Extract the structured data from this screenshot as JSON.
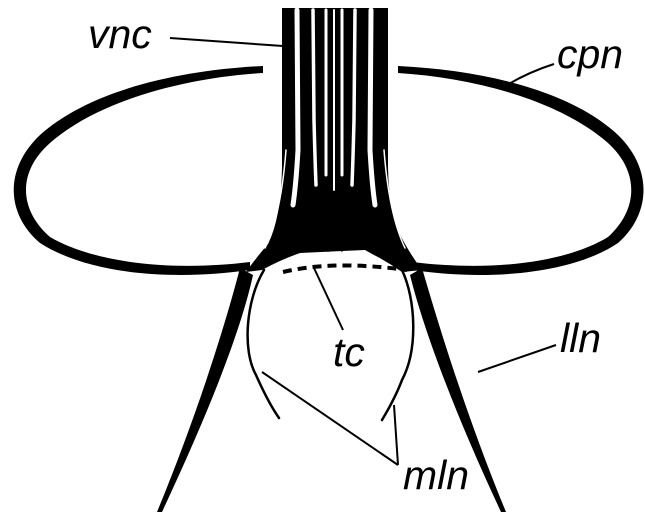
{
  "labels": {
    "vnc": "vnc",
    "cpn": "cpn",
    "tc": "tc",
    "lln": "lln",
    "mln": "mln"
  },
  "colors": {
    "ink": "#000000",
    "background": "#ffffff"
  }
}
